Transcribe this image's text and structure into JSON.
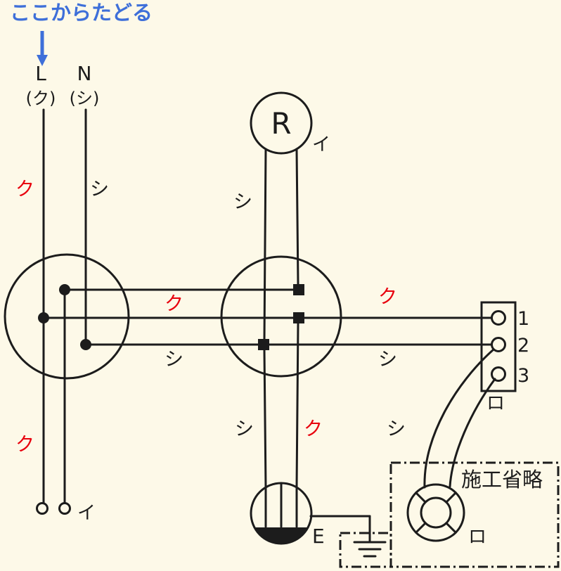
{
  "colors": {
    "background": "#fdf9e8",
    "line": "#1c1c1c",
    "red": "#e8000d",
    "blue": "#3e6fd9"
  },
  "trace_note": {
    "text": "ここからたどる"
  },
  "source": {
    "l": "L",
    "n": "N",
    "l_hint": "(ク)",
    "n_hint": "(シ)"
  },
  "lamp_r": {
    "label": "R",
    "circuit_mark": "イ"
  },
  "switch_i": {
    "mark": "イ"
  },
  "terminal_block": {
    "t1": "1",
    "t2": "2",
    "t3": "3",
    "mark": "ロ"
  },
  "outlet": {
    "earth": "E"
  },
  "omitted": {
    "label": "施工省略",
    "lamp_mark": "ロ"
  },
  "wire_marks": {
    "l_top": "ク",
    "n_top": "シ",
    "r_neutral": "シ",
    "hot_mid": "ク",
    "hot_right": "ク",
    "neutral_mid": "シ",
    "neutral_right": "シ",
    "l_bottom": "ク",
    "outlet_neutral": "シ",
    "outlet_hot": "ク",
    "lamp_neutral": "シ"
  }
}
